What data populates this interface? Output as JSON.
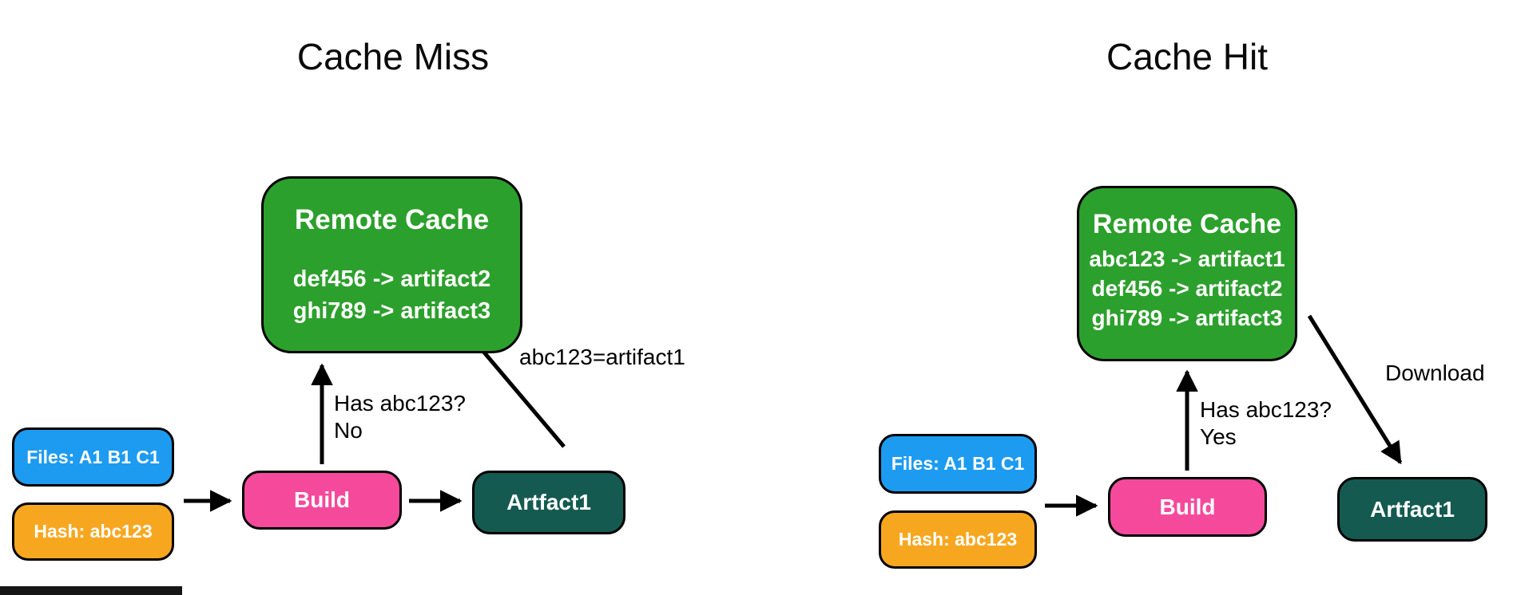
{
  "left": {
    "title": "Cache Miss",
    "remote_cache": {
      "title": "Remote Cache",
      "entries": [
        "def456 -> artifact2",
        "ghi789 -> artifact3"
      ]
    },
    "files_box": "Files: A1 B1 C1",
    "hash_box": "Hash: abc123",
    "build_box": "Build",
    "artifact_box": "Artfact1",
    "labels": {
      "has_hash": "Has abc123?",
      "answer": "No",
      "upload": "abc123=artifact1"
    }
  },
  "right": {
    "title": "Cache Hit",
    "remote_cache": {
      "title": "Remote Cache",
      "entries": [
        "abc123 -> artifact1",
        "def456 -> artifact2",
        "ghi789 -> artifact3"
      ]
    },
    "files_box": "Files: A1 B1 C1",
    "hash_box": "Hash: abc123",
    "build_box": "Build",
    "artifact_box": "Artfact1",
    "labels": {
      "has_hash": "Has abc123?",
      "answer": "Yes",
      "download": "Download"
    }
  },
  "colors": {
    "cache_green": "#2ca02c",
    "files_blue": "#1d9bf0",
    "hash_orange": "#f7a71f",
    "build_pink": "#f54a9c",
    "artifact_teal": "#145a50",
    "arrow_black": "#000000"
  }
}
